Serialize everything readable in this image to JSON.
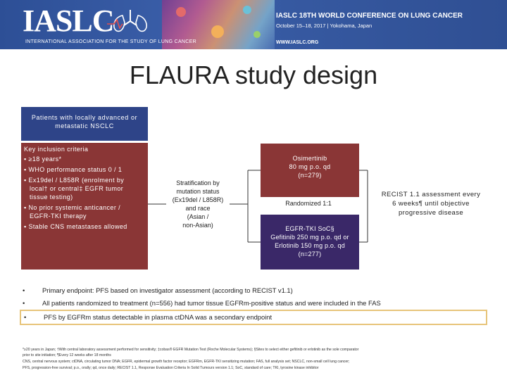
{
  "banner": {
    "logo_text": "IASLC",
    "association": "INTERNATIONAL ASSOCIATION FOR THE STUDY OF LUNG CANCER",
    "conference": "IASLC 18TH WORLD CONFERENCE ON LUNG CANCER",
    "dates": "October 15–18, 2017 | Yokohama, Japan",
    "url": "WWW.IASLC.ORG",
    "icon": "lungs-icon",
    "colors": {
      "bar": "#2f4f93",
      "text": "#ffffff"
    }
  },
  "slide": {
    "title": "FLAURA study design"
  },
  "design": {
    "patients_box": "Patients with locally advanced or metastatic NSCLC",
    "criteria": {
      "heading": "Key inclusion criteria",
      "items": [
        "≥18 years*",
        "WHO performance status 0 / 1",
        "Ex19del / L858R (enrolment by\nlocal† or central‡ EGFR tumor\ntissue testing)",
        "No prior systemic anticancer /\nEGFR-TKI therapy",
        "Stable CNS metastases allowed"
      ]
    },
    "stratification": "Stratification by\nmutation status\n(Ex19del / L858R)\nand race\n(Asian /\nnon-Asian)",
    "randomized": "Randomized 1:1",
    "osimertinib": "Osimertinib\n80 mg p.o. qd\n(n=279)",
    "egfr_tki": "EGFR-TKI SoC§\nGefitinib 250 mg p.o. qd or\nErlotinib 150 mg p.o. qd\n(n=277)",
    "assessment": "RECIST 1.1 assessment every\n6 weeks¶ until objective\nprogressive disease",
    "colors": {
      "patients": "#2e4488",
      "criteria": "#8a3636",
      "osimertinib": "#8a3636",
      "egfr_tki": "#3a2868"
    }
  },
  "endpoints": [
    {
      "bullet": "•",
      "text": "Primary endpoint: PFS based on investigator assessment (according to RECIST v1.1)"
    },
    {
      "bullet": "•",
      "text": "All patients randomized to treatment (n=556) had tumor tissue EGFRm-positive status and were included in the FAS"
    },
    {
      "bullet": "•",
      "text": "PFS by EGFRm status detectable in plasma ctDNA was a secondary endpoint"
    }
  ],
  "footnotes": [
    "*≥20 years in Japan; †With central laboratory assessment performed for sensitivity; ‡cobas® EGFR Mutation Test (Roche Molecular Systems); §Sites to select either gefitinib or erlotinib as the sole comparator",
    "prior to site initiation; ¶Every 12 weeks after 18 months",
    "CNS, central nervous system; ctDNA, circulating tumor DNA; EGFR, epidermal growth factor receptor; EGFRm, EGFR-TKI sensitizing mutation; FAS, full analysis set; NSCLC, non-small cell lung cancer;",
    "PFS, progression-free survival; p.o., orally; qd, once daily; RECIST 1.1, Response Evaluation Criteria In Solid Tumours version 1.1; SoC, standard of care; TKI, tyrosine kinase inhibitor"
  ]
}
